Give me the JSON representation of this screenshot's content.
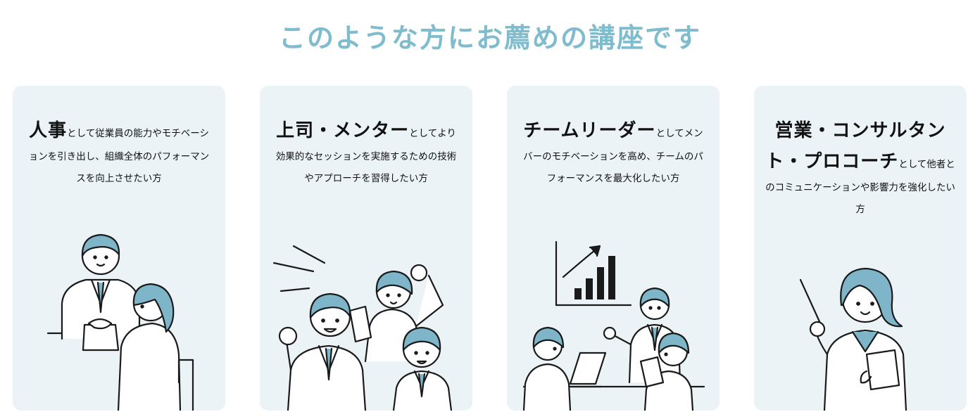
{
  "page_title": "このような方にお薦めの講座です",
  "cards": [
    {
      "role": "人事",
      "desc": "として従業員の能力やモチベーションを引き出し、組織全体のパフォーマンスを向上させたい方"
    },
    {
      "role": "上司・メンター",
      "desc": "としてより効果的なセッションを実施するための技術やアプローチを習得したい方"
    },
    {
      "role": "チームリーダー",
      "desc": "としてメンバーのモチベーションを高め、チームのパフォーマンスを最大化したい方"
    },
    {
      "role": "営業・コンサルタント・プロコーチ",
      "desc": "として他者とのコミュニケーションや影響力を強化したい方"
    }
  ],
  "colors": {
    "accent": "#7fbccd",
    "card_bg": "#ebf3f6",
    "hair": "#7fb5c8",
    "line": "#1a1a1a"
  }
}
